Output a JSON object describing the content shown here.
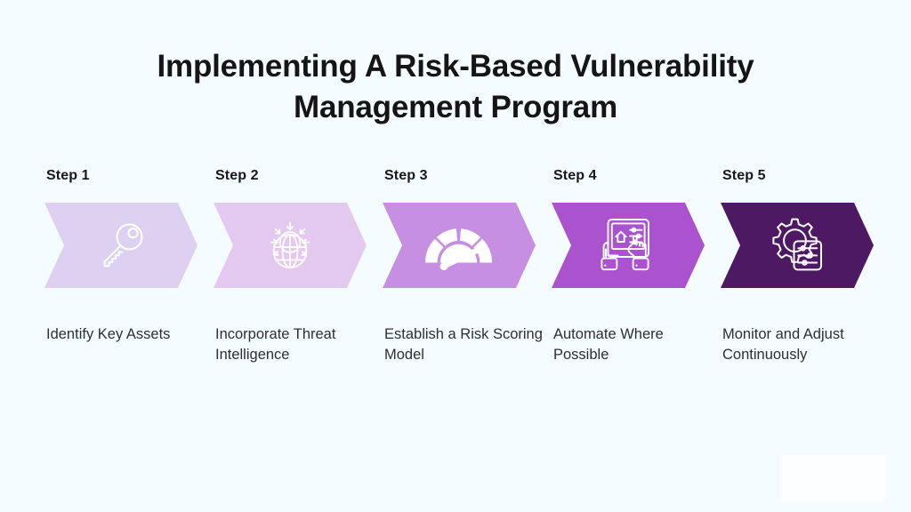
{
  "background_color": "#f5fcff",
  "title": {
    "line1": "Implementing A Risk-Based Vulnerability",
    "line2": "Management Program",
    "color": "#151515"
  },
  "steps": [
    {
      "label": "Step 1",
      "caption": "Identify Key Assets",
      "icon": "key-icon",
      "color": "#ddd0f0"
    },
    {
      "label": "Step 2",
      "caption": "Incorporate Threat Intelligence",
      "icon": "globe-threat-alert-icon",
      "color": "#e3c9ef"
    },
    {
      "label": "Step 3",
      "caption": "Establish a Risk Scoring Model",
      "icon": "gauge-meter-icon",
      "color": "#c78fe1"
    },
    {
      "label": "Step 4",
      "caption": "Automate Where Possible",
      "icon": "hands-tablet-controls-icon",
      "color": "#ab53cf"
    },
    {
      "label": "Step 5",
      "caption": "Monitor and Adjust Continuously",
      "icon": "gear-settings-sliders-icon",
      "color": "#4e1963"
    }
  ],
  "icon_stroke_color": "#ffffff"
}
